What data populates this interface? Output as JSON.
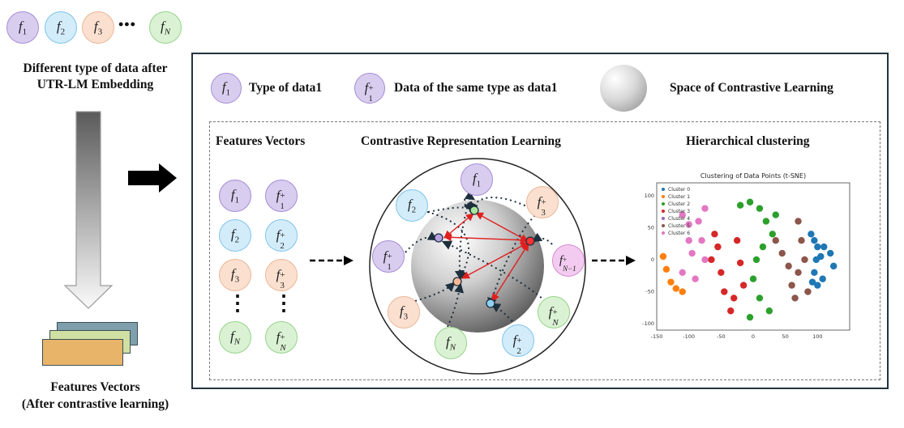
{
  "left": {
    "title_lines": [
      "Different type of data after",
      "UTR-LM Embedding"
    ],
    "ellipsis": "•••",
    "bottom_lines": [
      "Features Vectors",
      "(After contrastive learning)"
    ]
  },
  "legend": {
    "item1": "Type of data1",
    "item2": "Data of the same type as data1",
    "item3": "Space of Contrastive Learning"
  },
  "sections": {
    "features": "Features Vectors",
    "contrastive": "Contrastive Representation Learning",
    "clustering": "Hierarchical clustering"
  },
  "glyphs": {
    "f1": "f",
    "f2": "f",
    "f3": "f",
    "fN": "f",
    "vdots": "⋮"
  },
  "chart_data": {
    "type": "scatter",
    "title": "Clustering of Data Points (t-SNE)",
    "xlim": [
      -150,
      150
    ],
    "ylim": [
      -110,
      120
    ],
    "xticks": [
      -150,
      -100,
      -50,
      0,
      50,
      100
    ],
    "yticks": [
      -100,
      -50,
      0,
      50,
      100
    ],
    "legend_position": "top-left",
    "series": [
      {
        "name": "Cluster 0",
        "color": "#1f77b4",
        "points": [
          [
            90,
            40
          ],
          [
            95,
            30
          ],
          [
            100,
            20
          ],
          [
            98,
            0
          ],
          [
            95,
            -20
          ],
          [
            92,
            -35
          ],
          [
            100,
            -40
          ],
          [
            110,
            20
          ],
          [
            105,
            5
          ],
          [
            120,
            10
          ],
          [
            125,
            -10
          ],
          [
            108,
            -30
          ]
        ]
      },
      {
        "name": "Cluster 1",
        "color": "#ff7f0e",
        "points": [
          [
            -140,
            5
          ],
          [
            -135,
            -15
          ],
          [
            -128,
            -35
          ],
          [
            -120,
            -45
          ],
          [
            -110,
            -50
          ]
        ]
      },
      {
        "name": "Cluster 2",
        "color": "#2ca02c",
        "points": [
          [
            -20,
            85
          ],
          [
            -5,
            90
          ],
          [
            10,
            80
          ],
          [
            20,
            60
          ],
          [
            30,
            40
          ],
          [
            15,
            20
          ],
          [
            5,
            0
          ],
          [
            0,
            -30
          ],
          [
            10,
            -60
          ],
          [
            25,
            -80
          ],
          [
            -5,
            -90
          ],
          [
            35,
            70
          ]
        ]
      },
      {
        "name": "Cluster 3",
        "color": "#d62728",
        "points": [
          [
            -60,
            40
          ],
          [
            -55,
            20
          ],
          [
            -65,
            0
          ],
          [
            -50,
            -20
          ],
          [
            -45,
            -50
          ],
          [
            -30,
            -60
          ],
          [
            -25,
            30
          ],
          [
            -20,
            -5
          ],
          [
            -15,
            -40
          ],
          [
            -35,
            -80
          ]
        ]
      },
      {
        "name": "Cluster 4",
        "color": "#9467bd",
        "points": []
      },
      {
        "name": "Cluster 5",
        "color": "#8c564b",
        "points": [
          [
            35,
            30
          ],
          [
            45,
            10
          ],
          [
            55,
            -10
          ],
          [
            60,
            -40
          ],
          [
            70,
            60
          ],
          [
            75,
            30
          ],
          [
            80,
            0
          ],
          [
            70,
            -20
          ],
          [
            85,
            -50
          ],
          [
            65,
            -60
          ]
        ]
      },
      {
        "name": "Cluster 6",
        "color": "#e377c2",
        "points": [
          [
            -110,
            70
          ],
          [
            -100,
            55
          ],
          [
            -100,
            30
          ],
          [
            -95,
            10
          ],
          [
            -110,
            -20
          ],
          [
            -90,
            -30
          ],
          [
            -75,
            80
          ],
          [
            -85,
            60
          ],
          [
            -80,
            30
          ],
          [
            -75,
            0
          ]
        ]
      }
    ]
  }
}
